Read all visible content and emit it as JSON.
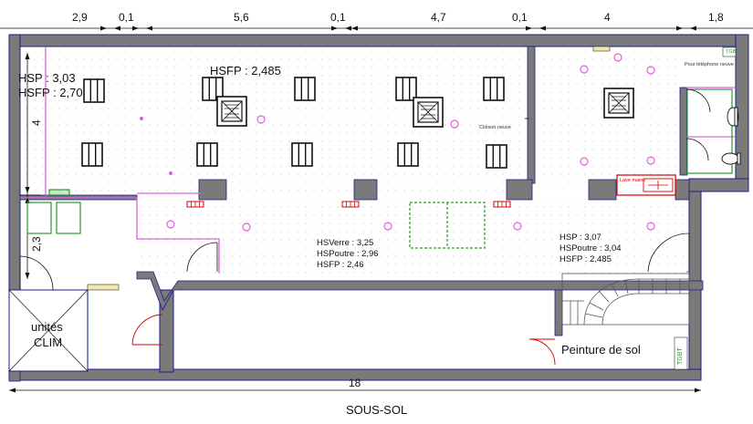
{
  "dimensions_top": [
    "2,9",
    "0,1",
    "5,6",
    "0,1",
    "4,7",
    "0,1",
    "4",
    "1,8"
  ],
  "dimension_bottom": "18",
  "dimension_left_upper": "4",
  "dimension_left_lower": "2,3",
  "plan_title": "SOUS-SOL",
  "zones": {
    "left_heights": {
      "hsp": "HSP : 3,03",
      "hsfp": "HSFP : 2,70"
    },
    "main_hsfp": "HSFP : 2,485",
    "center_heights": {
      "hsverre": "HSVerre : 3,25",
      "hspoutre": "HSPoutre : 2,96",
      "hsfp": "HSFP : 2,46"
    },
    "right_heights": {
      "hsp": "HSP : 3,07",
      "hspoutre": "HSPoutre : 3,04",
      "hsfp": "HSFP : 2,485"
    }
  },
  "rooms": {
    "clim": [
      "unités",
      "CLIM"
    ],
    "floor_paint": "Peinture de sol"
  },
  "tags": {
    "tgbt_top": "TGBT",
    "tgbt_bottom": "TGBT",
    "partition": "Cloison neuve",
    "phone": "Pour téléphone neuve",
    "sink": "Lave mains"
  },
  "colors": {
    "wall": "#7a7a7a",
    "wall_edge": "#1c1c8c",
    "electric": "#d60000",
    "pink": "#e060e0",
    "green": "#2a9a2a"
  }
}
